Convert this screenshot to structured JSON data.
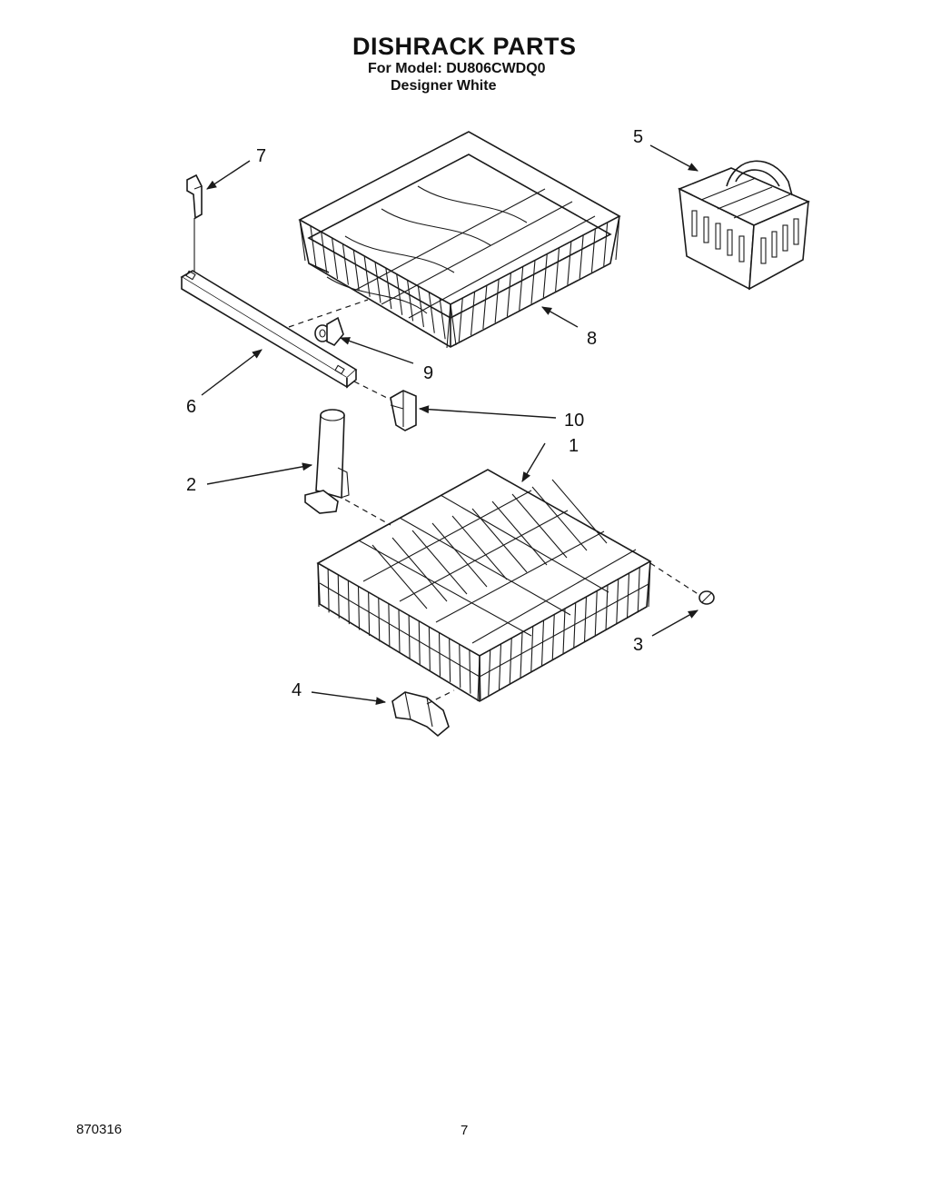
{
  "header": {
    "title": "DISHRACK PARTS",
    "model_line": "For Model: DU806CWDQ0",
    "color_line": "Designer White"
  },
  "callouts": [
    "1",
    "2",
    "3",
    "4",
    "5",
    "6",
    "7",
    "8",
    "9",
    "10"
  ],
  "footer": {
    "code": "870316",
    "page_number": "7"
  }
}
